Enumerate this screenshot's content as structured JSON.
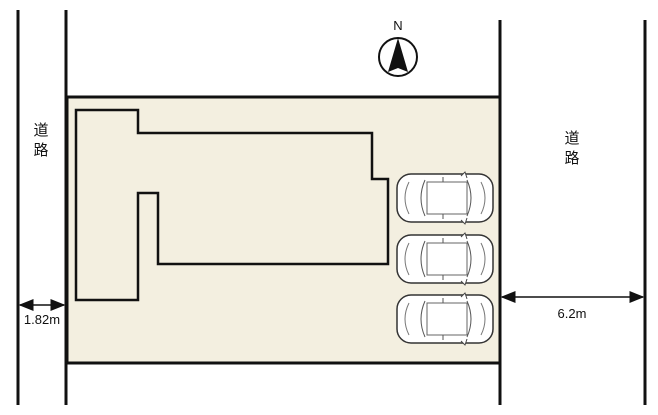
{
  "compass": {
    "label": "N"
  },
  "roads": {
    "left": {
      "label_chars": [
        "道",
        "路"
      ],
      "width_label": "1.82m"
    },
    "right": {
      "label_chars": [
        "道",
        "路"
      ],
      "width_label": "6.2m"
    }
  },
  "parking": {
    "car_count": 3
  },
  "colors": {
    "lot_fill": "#f3efe0",
    "line": "#111111"
  }
}
